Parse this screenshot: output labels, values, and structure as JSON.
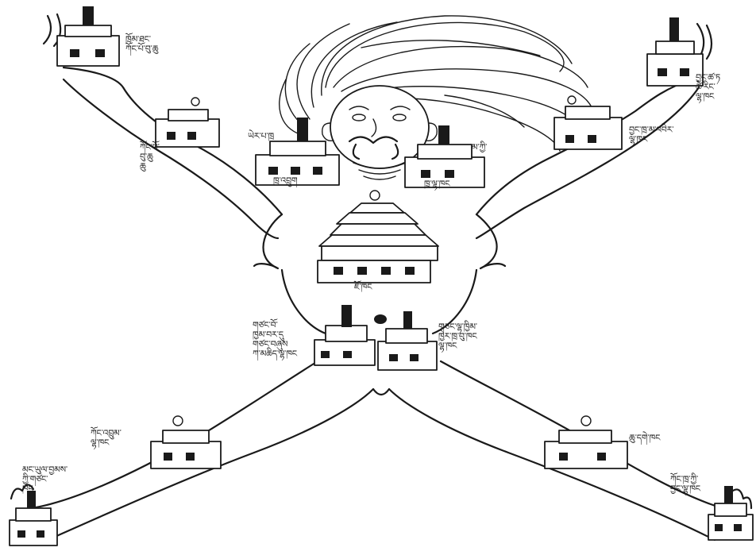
{
  "labels": {
    "head_left_hand": "ཁྲོམ་ཐང་\nཀོང་པོ་བུ་ཆུ",
    "head_right_hand": "བྱང་ཚ་ཏ\nཚེ་རིང་\nལྷ་ཁང",
    "left_elbow": "ཀོང་པོ་\nབུ་ཆུ\nཆུ",
    "left_shoulder": "ཡེར་པ་ཁྲ",
    "left_shoulder_below": "ཁྲ་འབྲུག",
    "right_shoulder": "མ་ཀྱི་",
    "right_shoulder_below": "ཁྲ་ལྷ་ཁང",
    "right_elbow": "བྱང་ཁྲ་མ་འབེར་\nལྷ་ཁང",
    "heart": "ཇོ་ཁང",
    "left_hip": "གཙང་བོ་\nཁྱམ་བར་དུ\nགཙང་བཞུས\nཀ་མཆིད་ལྷ་ཁང",
    "right_hip": "གཙང་ལྷ་ཁྱིམ་\nཁྱེར་ཁྲ་བུ་ཁང\nལྷ་ཁང",
    "left_knee": "ཀོང་འབྲུམ་\nལྷ་ཁང",
    "right_knee": "ཆུ་དགེ་ཁང",
    "left_foot": "མང་ཡུལ་བྱམས་\nཀྱི་གཙང་\nཁང",
    "right_foot": "ཀོང་ཁྲ་ཀྱི་\nབྱང་ལྷ་ཁང"
  },
  "colors": {
    "ink": "#1a1a1a",
    "paper": "#ffffff"
  }
}
